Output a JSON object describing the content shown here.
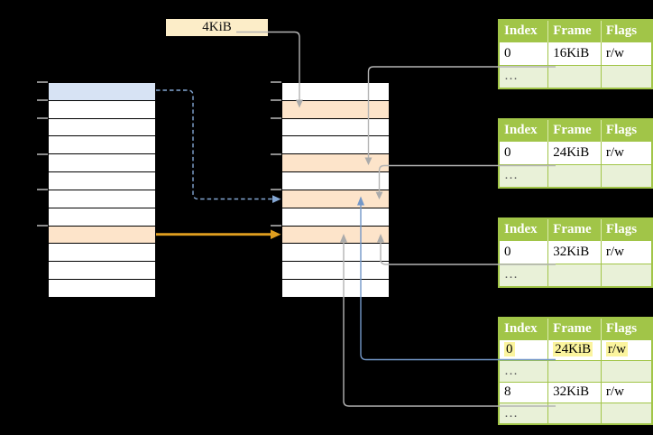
{
  "page_size_label": "4KiB",
  "memory_columns": {
    "virtual": {
      "rows": 12,
      "blue_row_index": 0,
      "orange_row_index": 8
    },
    "physical": {
      "rows": 12,
      "orange_row_indices": [
        1,
        4,
        6,
        8
      ]
    }
  },
  "page_tables": [
    {
      "headers": [
        "Index",
        "Frame",
        "Flags"
      ],
      "rows": [
        [
          "0",
          "16KiB",
          "r/w"
        ],
        [
          "…",
          "",
          ""
        ]
      ]
    },
    {
      "headers": [
        "Index",
        "Frame",
        "Flags"
      ],
      "rows": [
        [
          "0",
          "24KiB",
          "r/w"
        ],
        [
          "…",
          "",
          ""
        ]
      ]
    },
    {
      "headers": [
        "Index",
        "Frame",
        "Flags"
      ],
      "rows": [
        [
          "0",
          "32KiB",
          "r/w"
        ],
        [
          "…",
          "",
          ""
        ]
      ]
    },
    {
      "headers": [
        "Index",
        "Frame",
        "Flags"
      ],
      "rows": [
        [
          "0",
          "24KiB",
          "r/w"
        ],
        [
          "…",
          "",
          ""
        ],
        [
          "8",
          "32KiB",
          "r/w"
        ],
        [
          "…",
          "",
          ""
        ]
      ],
      "highlighted_row_index": 0
    }
  ],
  "arrows": [
    {
      "name": "label-to-physical-row1",
      "from": "4KiB label",
      "to": "physical row 1",
      "style": "grey"
    },
    {
      "name": "virtual-row0-to-physical-row6",
      "from": "virtual row 0",
      "to": "physical row 6",
      "style": "blue-dashed"
    },
    {
      "name": "virtual-row8-to-physical-row8",
      "from": "virtual row 8",
      "to": "physical row 8",
      "style": "orange"
    },
    {
      "name": "table1-16kib-to-physical-row4",
      "from": "table 1 frame 16KiB",
      "to": "physical row 4",
      "style": "grey"
    },
    {
      "name": "table2-24kib-to-physical-row6",
      "from": "table 2 frame 24KiB",
      "to": "physical row 6",
      "style": "grey"
    },
    {
      "name": "table3-32kib-to-physical-row8",
      "from": "table 3 frame 32KiB",
      "to": "physical row 8",
      "style": "grey"
    },
    {
      "name": "table4-24kib-to-physical-row6",
      "from": "table 4 frame 24KiB",
      "to": "physical row 6",
      "style": "blue-solid"
    },
    {
      "name": "table4-32kib-to-physical-row8",
      "from": "table 4 frame 32KiB",
      "to": "physical row 8",
      "style": "grey"
    }
  ],
  "colors": {
    "background": "#000000",
    "table_header_green": "#a1c548",
    "table_dots_row_green": "#e9f1d8",
    "highlight_yellow": "#fbf49e",
    "orange_row": "#fde4ca",
    "blue_row": "#d7e3f4",
    "label_cream": "#fcedc8",
    "arrow_grey": "#b4b4b4",
    "arrow_orange": "#df9e1f",
    "arrow_blue_dashed": "#84a7d4",
    "arrow_blue_solid": "#7397c8",
    "tick_grey": "#8c8c8c"
  }
}
